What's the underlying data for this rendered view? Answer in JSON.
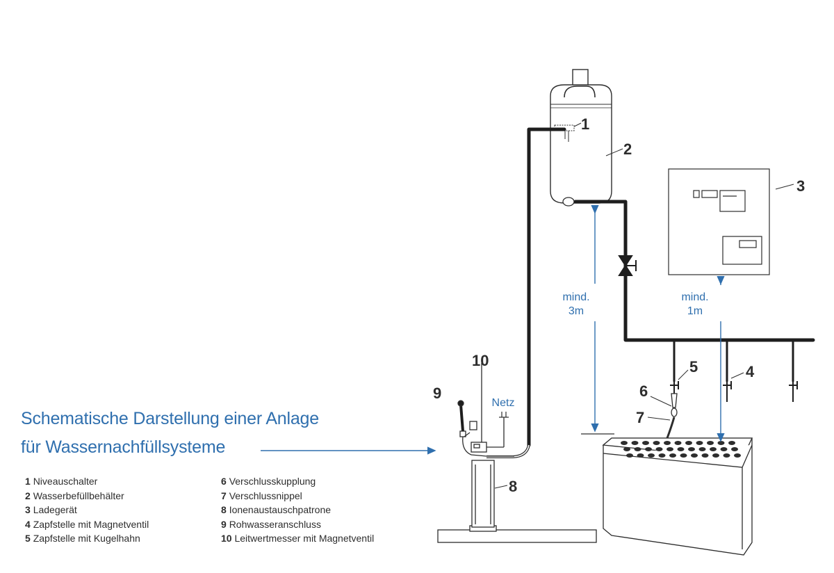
{
  "title": {
    "line1": "Schematische Darstellung einer Anlage",
    "line2": "für Wassernachfüllsysteme"
  },
  "callouts": {
    "c1": "1",
    "c2": "2",
    "c3": "3",
    "c4": "4",
    "c5": "5",
    "c6": "6",
    "c7": "7",
    "c8": "8",
    "c9": "9",
    "c10": "10"
  },
  "dimensions": {
    "d1_line1": "mind.",
    "d1_line2": "3m",
    "d2_line1": "mind.",
    "d2_line2": "1m"
  },
  "netz_label": "Netz",
  "legend_left": [
    {
      "num": "1",
      "label": "Niveauschalter"
    },
    {
      "num": "2",
      "label": "Wasserbefüllbehälter"
    },
    {
      "num": "3",
      "label": "Ladegerät"
    },
    {
      "num": "4",
      "label": "Zapfstelle mit Magnetventil"
    },
    {
      "num": "5",
      "label": "Zapfstelle mit Kugelhahn"
    }
  ],
  "legend_right": [
    {
      "num": "6",
      "label": "Verschlusskupplung"
    },
    {
      "num": "7",
      "label": "Verschlussnippel"
    },
    {
      "num": "8",
      "label": "Ionenaustauschpatrone"
    },
    {
      "num": "9",
      "label": "Rohwasseranschluss"
    },
    {
      "num": "10",
      "label": "Leitwertmesser mit Magnetventil"
    }
  ],
  "colors": {
    "accent_blue": "#2f6fae",
    "line_dark": "#2d2d2d",
    "pipe": "#1e1e1e"
  }
}
